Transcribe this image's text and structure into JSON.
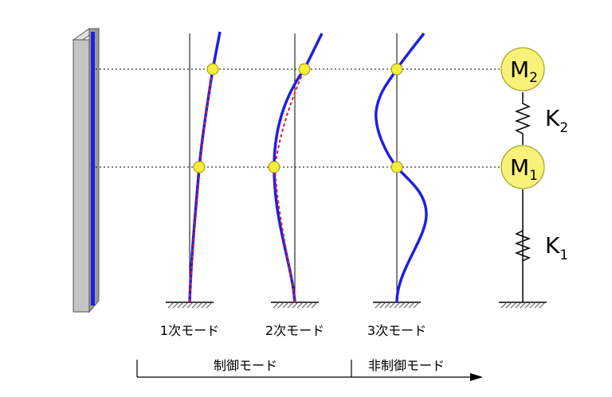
{
  "colors": {
    "mode_shape": "#1f1fe6",
    "approximation": "#e0202a",
    "node": "#f5ee3a",
    "mass": "#f8f27a",
    "wall_face": "#c4c4c4",
    "wall_stripe": "#1f1fe6"
  },
  "mode_labels": [
    "1次モード",
    "2次モード",
    "3次モード"
  ],
  "masses": [
    {
      "label": "M",
      "sub": "2"
    },
    {
      "label": "M",
      "sub": "1"
    }
  ],
  "springs": [
    {
      "label": "K",
      "sub": "2"
    },
    {
      "label": "K",
      "sub": "1"
    }
  ],
  "bottom_axis": {
    "controlled_label": "制御モード",
    "uncontrolled_label": "非制御モード"
  }
}
